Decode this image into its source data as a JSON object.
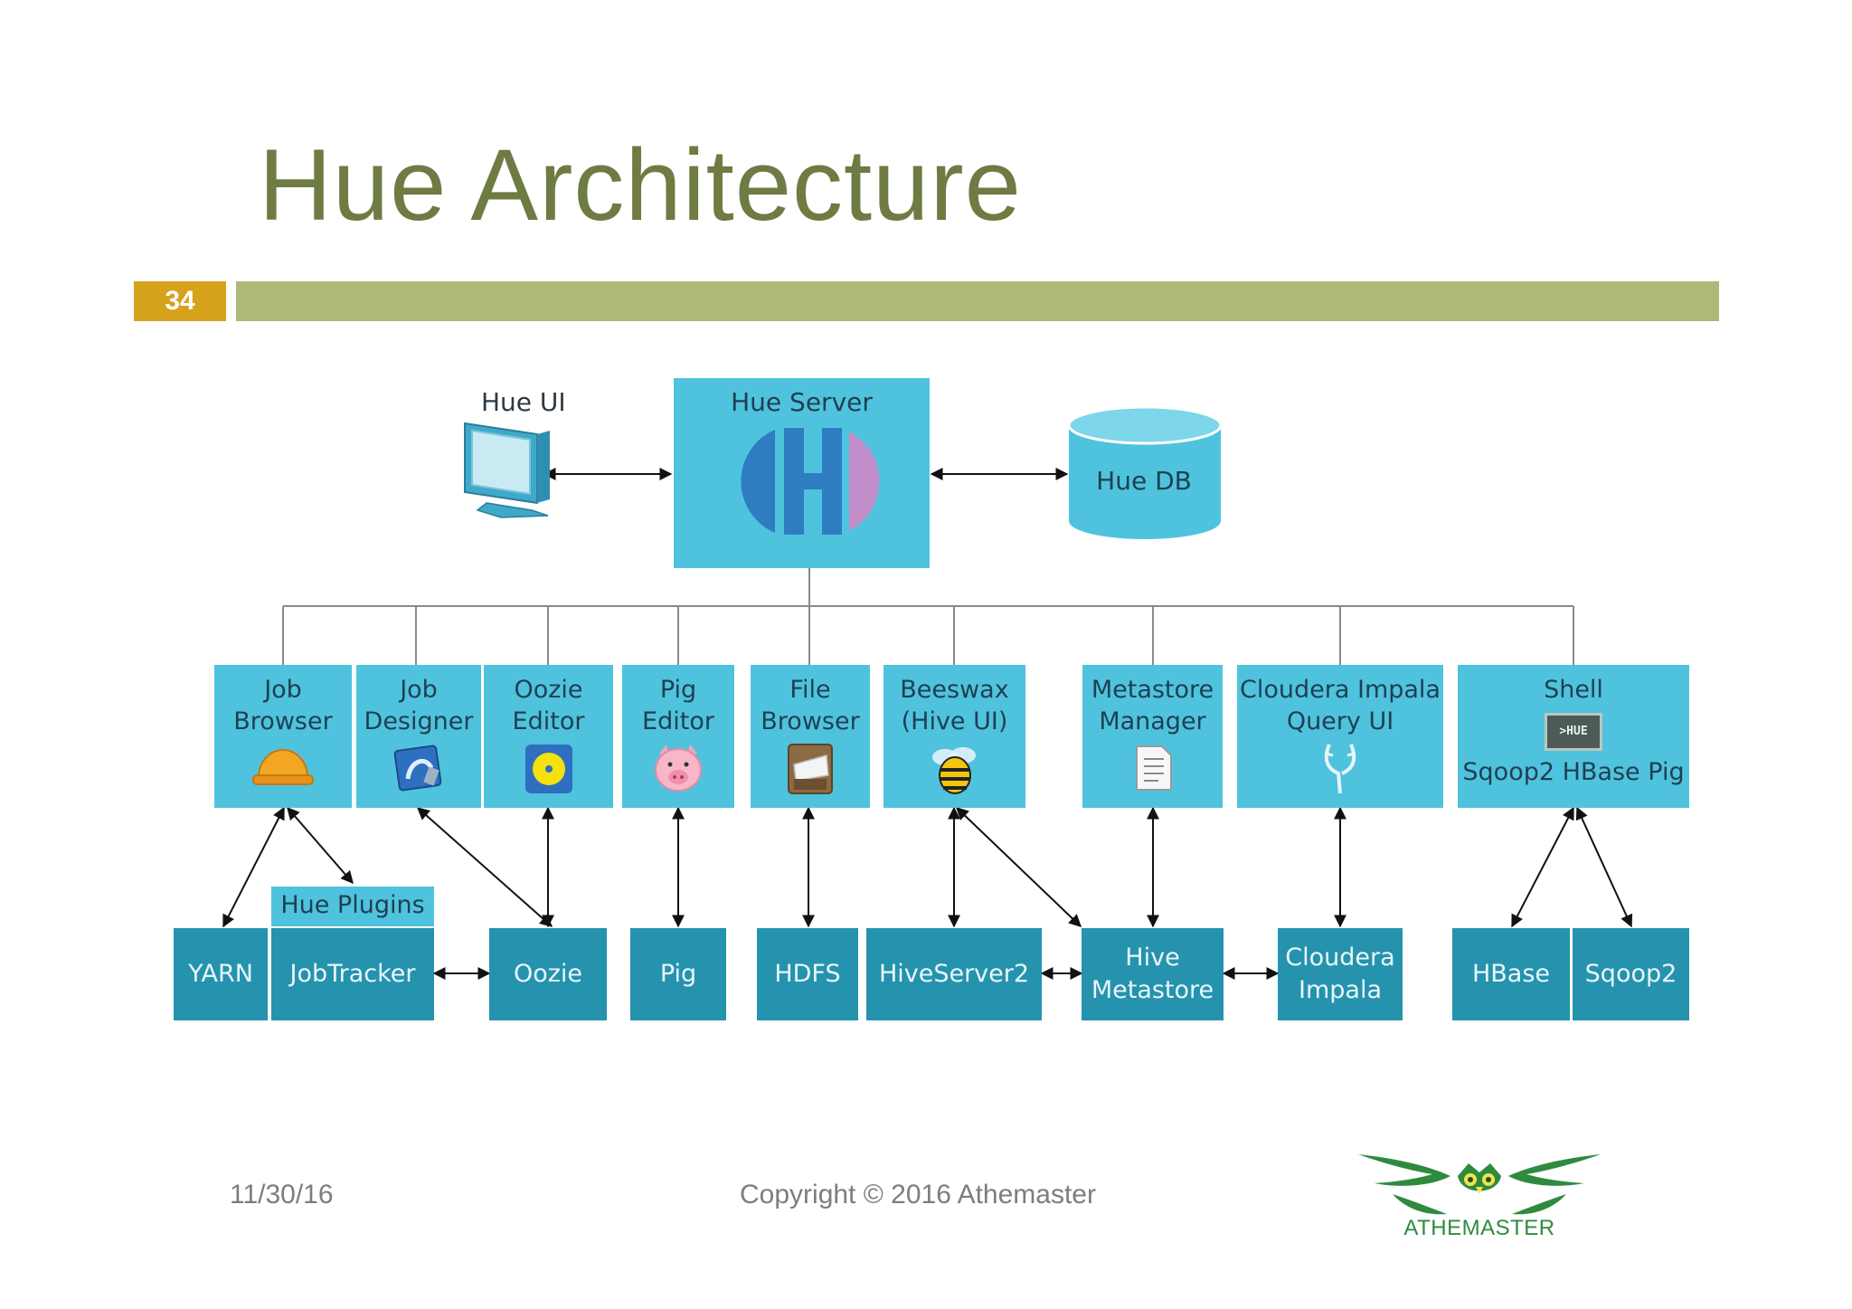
{
  "slide": {
    "title": "Hue Architecture",
    "page_number": "34",
    "footer_date": "11/30/16",
    "footer_copyright": "Copyright © 2016 Athemaster",
    "logo_text": "ATHEMASTER"
  },
  "diagram": {
    "hue_ui": "Hue UI",
    "hue_server": "Hue Server",
    "hue_db": "Hue DB",
    "apps": [
      {
        "l1": "Job",
        "l2": "Browser"
      },
      {
        "l1": "Job",
        "l2": "Designer"
      },
      {
        "l1": "Oozie",
        "l2": "Editor"
      },
      {
        "l1": "Pig",
        "l2": "Editor"
      },
      {
        "l1": "File",
        "l2": "Browser"
      },
      {
        "l1": "Beeswax",
        "l2": "(Hive UI)"
      },
      {
        "l1": "Metastore",
        "l2": "Manager"
      },
      {
        "l1": "Cloudera Impala",
        "l2": "Query UI"
      },
      {
        "l1": "Shell",
        "l2": "Sqoop2 HBase Pig",
        "screen": ">HUE"
      }
    ],
    "backends": {
      "yarn": "YARN",
      "hue_plugins": "Hue Plugins",
      "jobtracker": "JobTracker",
      "oozie": "Oozie",
      "pig": "Pig",
      "hdfs": "HDFS",
      "hiveserver2": "HiveServer2",
      "hive_metastore_l1": "Hive",
      "hive_metastore_l2": "Metastore",
      "cloudera_impala_l1": "Cloudera",
      "cloudera_impala_l2": "Impala",
      "hbase": "HBase",
      "sqoop2": "Sqoop2"
    }
  },
  "colors": {
    "title": "#6e7b43",
    "badge": "#d6a21b",
    "bar": "#b0b878",
    "light_box": "#4fc3dd",
    "dark_box": "#2593ad"
  }
}
